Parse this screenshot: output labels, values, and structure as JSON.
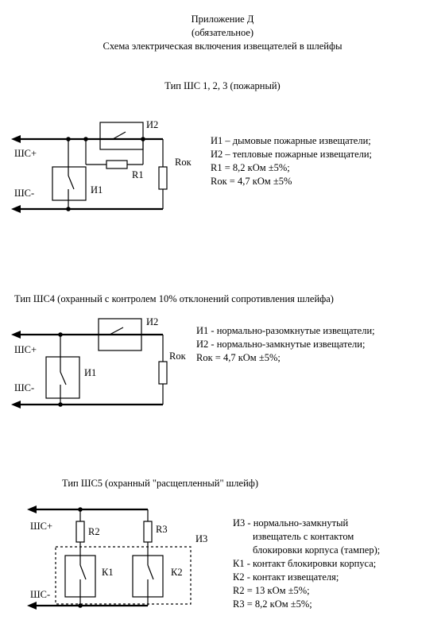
{
  "header": {
    "appendix": "Приложение Д",
    "mandatory": "(обязательное)",
    "title": "Схема электрическая включения извещателей в шлейфы"
  },
  "section1": {
    "heading": "Тип ШС 1, 2, 3 (пожарный)",
    "labels": {
      "plus": "ШС+",
      "minus": "ШС-",
      "i1": "И1",
      "i2": "И2",
      "r1": "R1",
      "rok": "Rок"
    },
    "legend": [
      "И1 – дымовые пожарные извещатели;",
      "И2 – тепловые пожарные извещатели;",
      "R1 = 8,2 кОм ±5%;",
      "Rок = 4,7 кОм ±5%"
    ]
  },
  "section2": {
    "heading": "Тип ШС4 (охранный с контролем 10% отклонений сопротивления шлейфа)",
    "labels": {
      "plus": "ШС+",
      "minus": "ШС-",
      "i1": "И1",
      "i2": "И2",
      "rok": "Rок"
    },
    "legend": [
      "И1 - нормально-разомкнутые извещатели;",
      "И2 - нормально-замкнутые извещатели;",
      "Rок = 4,7 кОм ±5%;"
    ]
  },
  "section3": {
    "heading": "Тип ШС5 (охранный \"расщепленный\" шлейф)",
    "labels": {
      "plus": "ШС+",
      "minus": "ШС-",
      "r2": "R2",
      "r3": "R3",
      "k1": "К1",
      "k2": "К2",
      "i3": "И3"
    },
    "legend": [
      "И3 - нормально-замкнутый",
      "извещатель с контактом",
      "блокировки корпуса  (тампер);",
      "К1 - контакт блокировки корпуса;",
      "К2 - контакт извещателя;",
      "R2 = 13 кОм ±5%;",
      "R3 = 8,2 кОм ±5%;"
    ]
  }
}
